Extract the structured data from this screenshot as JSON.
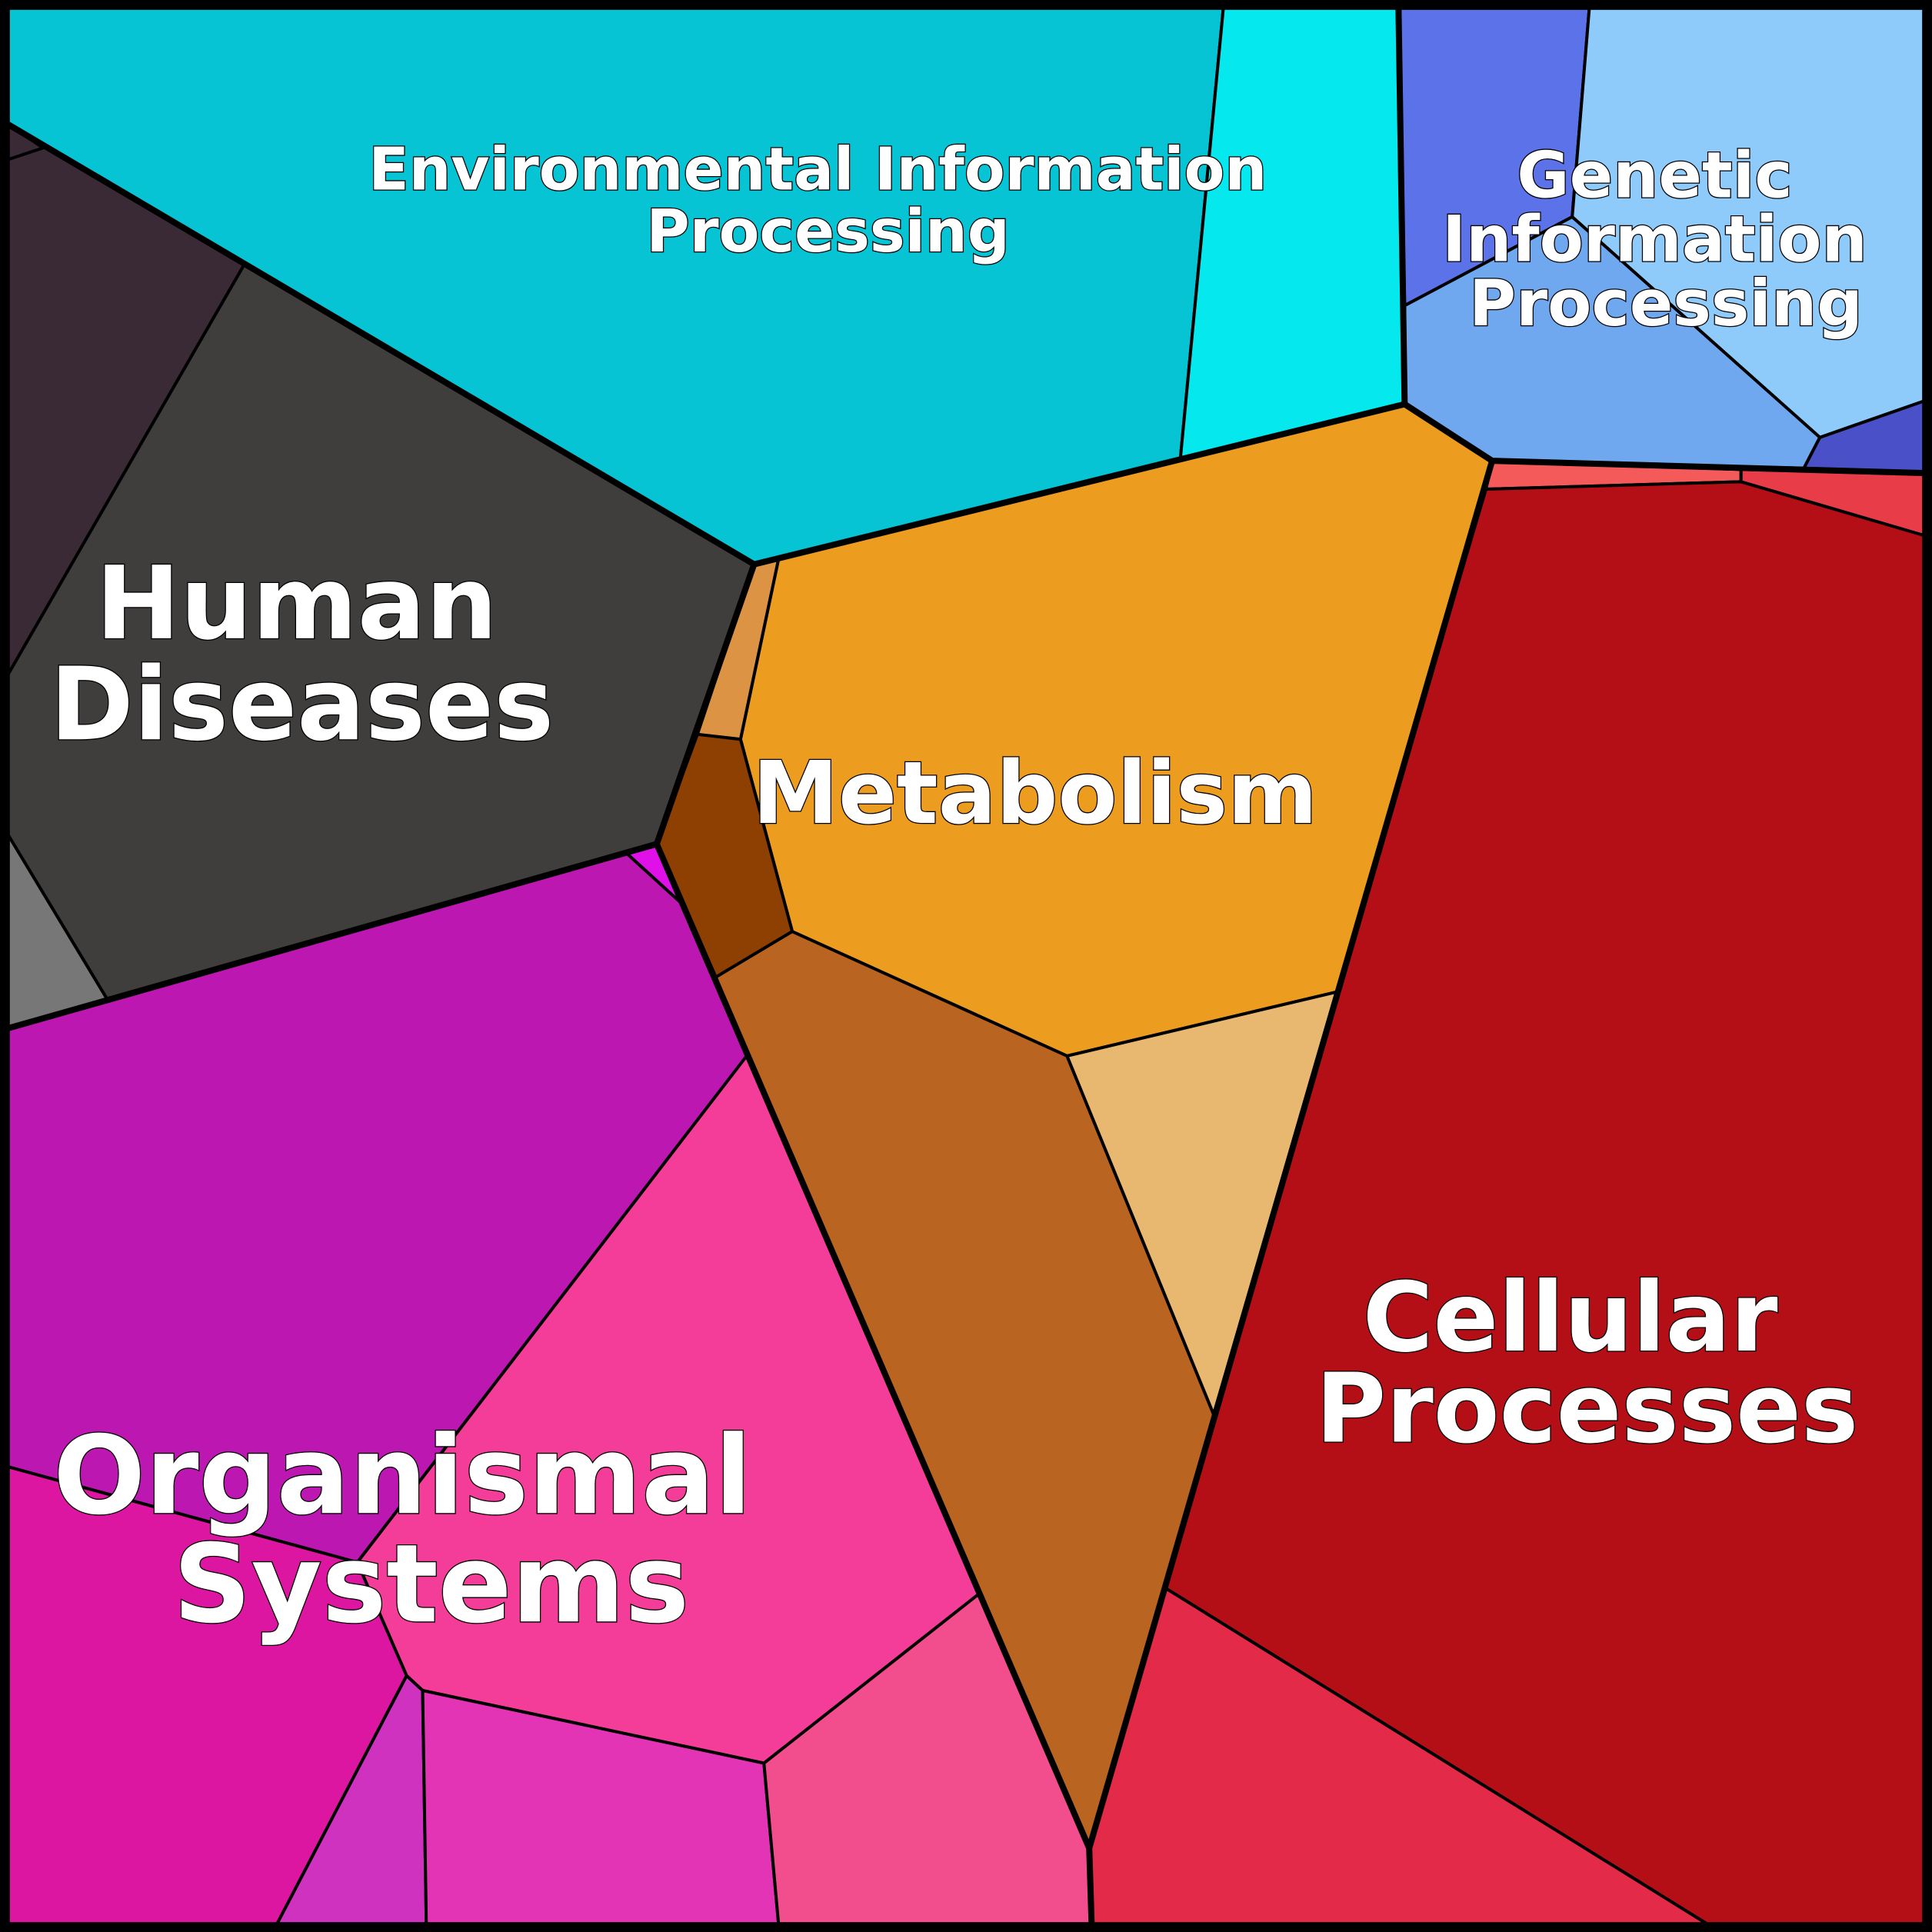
{
  "title": "Voronoi treemap of KEGG pathway categories",
  "categories": [
    {
      "label_lines": [
        "Environmental Information",
        "Processing"
      ],
      "color": "#06c4d4"
    },
    {
      "label_lines": [
        "Genetic",
        "Information",
        "Processing"
      ],
      "color": "#8ecbfa"
    },
    {
      "label_lines": [
        "Human",
        "Diseases"
      ],
      "color": "#403d3d"
    },
    {
      "label_lines": [
        "Metabolism"
      ],
      "color": "#ec9c1e"
    },
    {
      "label_lines": [
        "Cellular",
        "Processes"
      ],
      "color": "#b40f16"
    },
    {
      "label_lines": [
        "Organismal",
        "Systems"
      ],
      "color": "#bc17b0"
    }
  ]
}
